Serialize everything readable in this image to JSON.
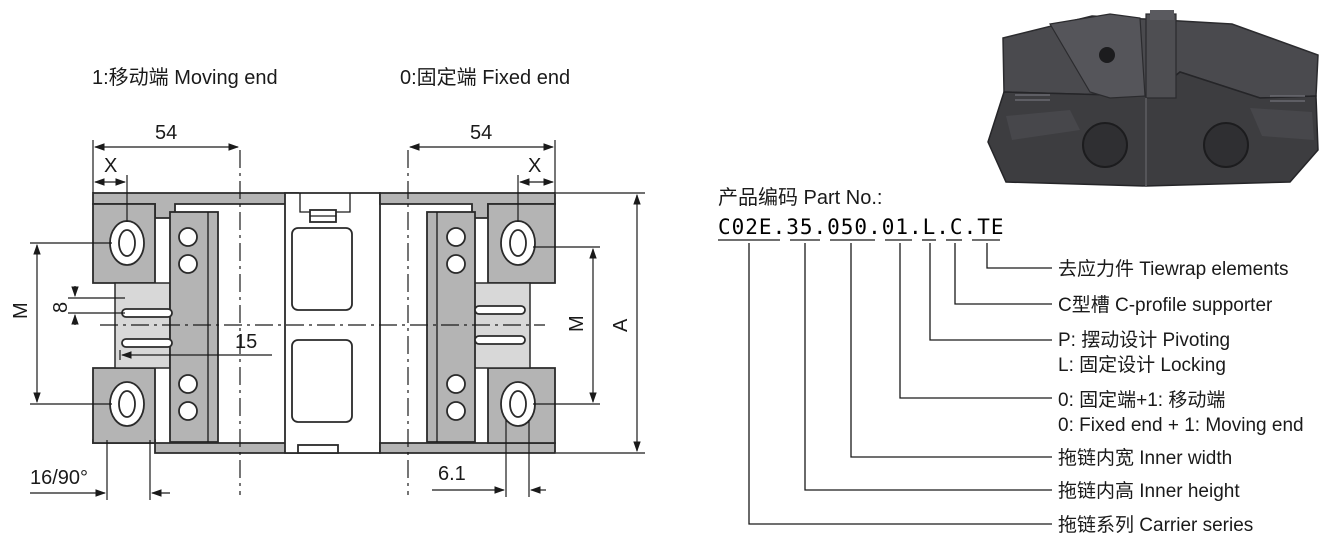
{
  "drawing": {
    "moving_end_label": "1:移动端 Moving end",
    "fixed_end_label": "0:固定端 Fixed end",
    "dim_54_left": "54",
    "dim_54_right": "54",
    "dim_x_left": "X",
    "dim_x_right": "X",
    "dim_m_left": "M",
    "dim_m_right": "M",
    "dim_8": "8",
    "dim_15": "15",
    "dim_a": "A",
    "dim_angle": "16/90°",
    "dim_6_1": "6.1"
  },
  "part_no": {
    "heading": "产品编码 Part No.:",
    "code": "C02E.35.050.01.L.C.TE",
    "explanations": [
      "去应力件 Tiewrap elements",
      "C型槽 C-profile supporter",
      "P: 摆动设计 Pivoting",
      "L: 固定设计 Locking",
      "0: 固定端+1: 移动端",
      "0: Fixed end + 1: Moving end",
      "拖链内宽 Inner width",
      "拖链内高 Inner height",
      "拖链系列 Carrier series"
    ]
  },
  "colors": {
    "part_fill": "#b4b4b4",
    "line": "#1a1a1a",
    "photo_dark": "#3d3d40"
  }
}
